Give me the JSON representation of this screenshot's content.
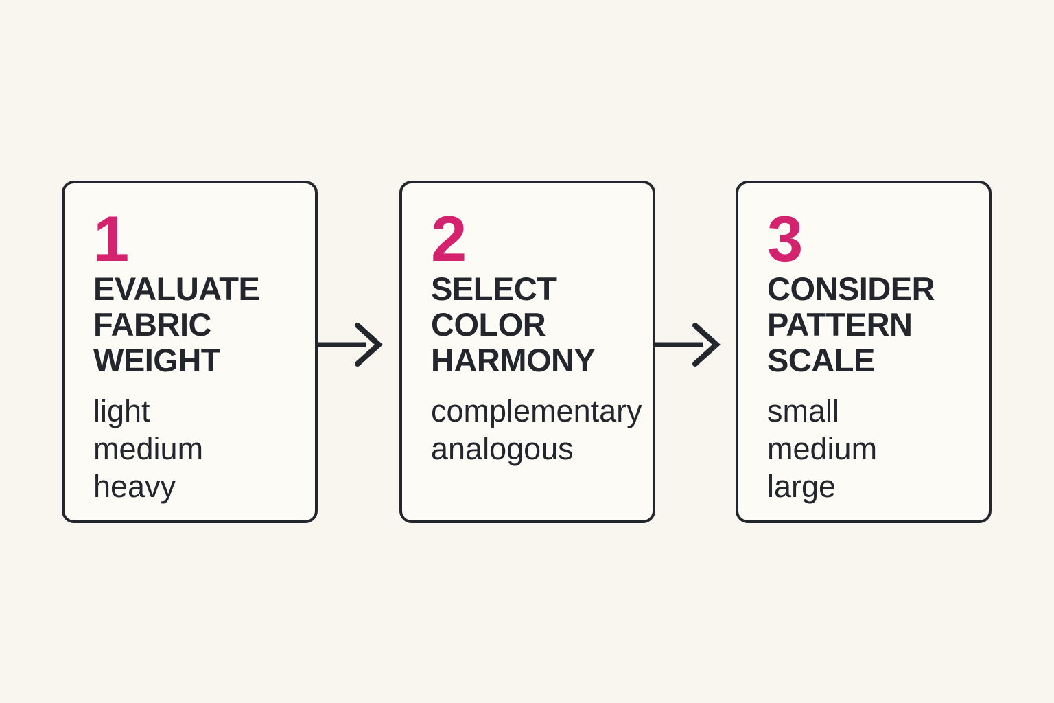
{
  "colors": {
    "background": "#f8f6ef",
    "box_fill": "#fdfbf5",
    "outline": "#23262d",
    "accent": "#d5226f",
    "text": "#23262d"
  },
  "steps": [
    {
      "number": "1",
      "title": [
        "EVALUATE",
        "FABRIC",
        "WEIGHT"
      ],
      "items": [
        "light",
        "medium",
        "heavy"
      ]
    },
    {
      "number": "2",
      "title": [
        "SELECT",
        "COLOR",
        "HARMONY"
      ],
      "items": [
        "complementary",
        "analogous"
      ]
    },
    {
      "number": "3",
      "title": [
        "CONSIDER",
        "PATTERN",
        "SCALE"
      ],
      "items": [
        "small",
        "medium",
        "large"
      ]
    }
  ]
}
